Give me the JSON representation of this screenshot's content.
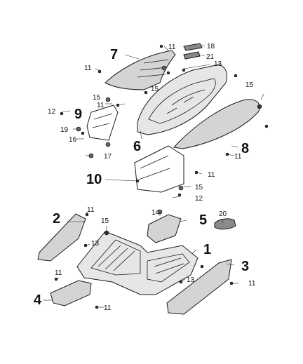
{
  "diagram": {
    "main_labels": [
      "1",
      "2",
      "3",
      "4",
      "5",
      "6",
      "7",
      "8",
      "9",
      "10"
    ],
    "small_labels": {
      "l11": "11",
      "l12": "12",
      "l13": "13",
      "l14": "14",
      "l15": "15",
      "l16": "16",
      "l17": "17",
      "l18": "18",
      "l19": "19",
      "l20": "20",
      "l21": "21"
    }
  }
}
